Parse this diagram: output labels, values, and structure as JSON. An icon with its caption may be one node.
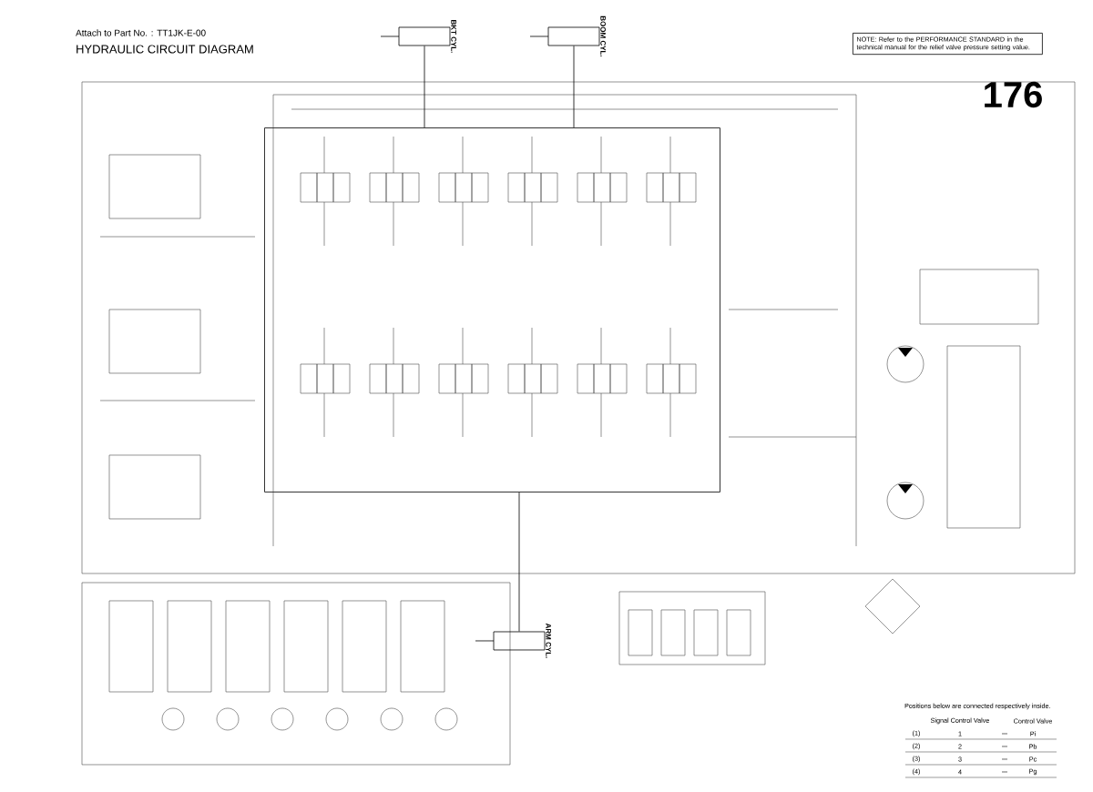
{
  "diagram": {
    "title": "HYDRAULIC CIRCUIT DIAGRAM",
    "nodes": [
      {
        "text": [],
        "shape": "cylinder",
        "beside": [
          "BKT CYL."
        ]
      },
      {
        "text": [],
        "shape": "cylinder",
        "beside": [
          "BOOM CYL."
        ]
      },
      {
        "text": [],
        "shape": "cylinder",
        "beside": [
          "ARM CYL."
        ]
      },
      {
        "text": [],
        "shape": "box"
      },
      {
        "text": [
          "NOTE: Refer to the PERFORMANCE STANDARD in the technical manual for the relief valve pressure setting value."
        ]
      }
    ],
    "edges": [
      {
        "from": 0,
        "to": 3,
        "arrow": "none"
      },
      {
        "from": 1,
        "to": 3,
        "arrow": "none"
      },
      {
        "from": 2,
        "to": 3,
        "arrow": "none"
      }
    ],
    "labels": [
      "Attach to Part No. : TT1JK-E-00",
      "176",
      "Positions below are connected respectively inside.",
      "Signal Control Valve",
      "Control Valve",
      "(1)",
      "1",
      "Pi",
      "(2)",
      "2",
      "Pb",
      "(3)",
      "3",
      "Pc",
      "(4)",
      "4",
      "Pg"
    ]
  }
}
